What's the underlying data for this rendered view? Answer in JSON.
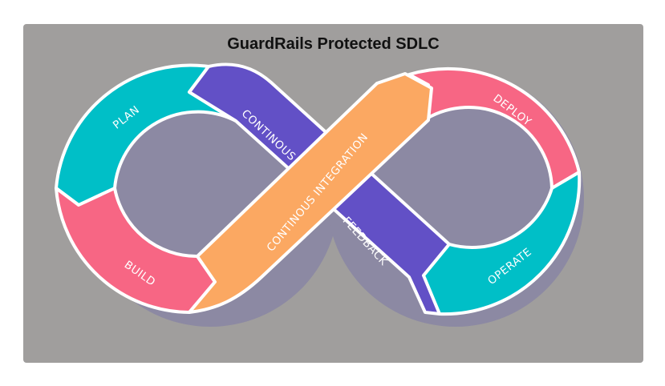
{
  "title": "GuardRails Protected SDLC",
  "colors": {
    "background": "#a09e9d",
    "plan": "#00bfc7",
    "build": "#f76684",
    "deploy": "#f76684",
    "operate": "#00bfc7",
    "continuous_feedback": "#6250c6",
    "continuous_integration": "#fba862",
    "shadow": "#7c78a8"
  },
  "segments": {
    "plan": "PLAN",
    "build": "BUILD",
    "deploy": "DEPLOY",
    "operate": "OPERATE",
    "feedback_upper": "CONTINOUS",
    "feedback_lower": "FEEDBACK",
    "integration": "CONTINOUS INTEGRATION"
  }
}
